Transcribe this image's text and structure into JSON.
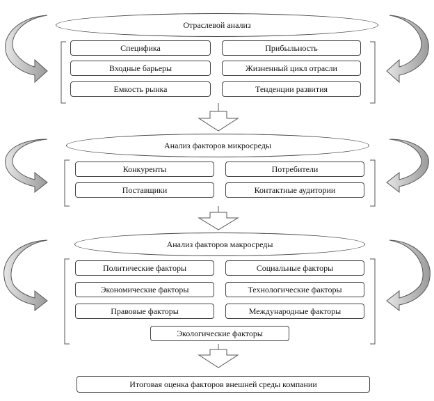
{
  "section1": {
    "title": "Отраслевой анализ",
    "items": [
      "Специфика",
      "Прибыльность",
      "Входные барьеры",
      "Жизненный цикл отрасли",
      "Емкость рынка",
      "Тенденции развития"
    ]
  },
  "section2": {
    "title": "Анализ факторов микросреды",
    "items": [
      "Конкуренты",
      "Потребители",
      "Поставщики",
      "Контактные аудитории"
    ]
  },
  "section3": {
    "title": "Анализ факторов макросреды",
    "items": [
      "Политические факторы",
      "Социальные факторы",
      "Экономические факторы",
      "Технологические факторы",
      "Правовые факторы",
      "Международные факторы",
      "Экологические факторы"
    ]
  },
  "final": "Итоговая оценка факторов внешней среды компании",
  "colors": {
    "stroke": "#444444",
    "arrow_fill": "#bfbfbf",
    "background": "#ffffff"
  }
}
